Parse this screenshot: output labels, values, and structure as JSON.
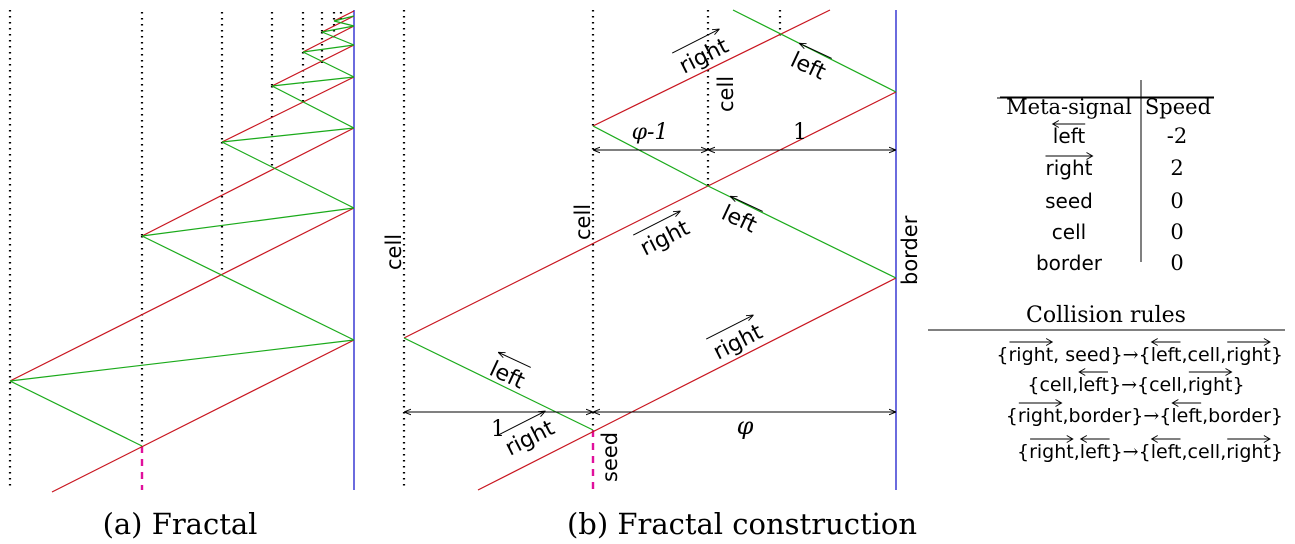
{
  "captions": {
    "a": "(a) Fractal",
    "b": "(b) Fractal construction"
  },
  "labels": {
    "cell": "cell",
    "border": "border",
    "seed": "seed",
    "right": "right",
    "left": "left",
    "phi_minus_1": "φ-1",
    "one": "1",
    "phi": "φ"
  },
  "speed_table": {
    "headers": [
      "Meta-signal",
      "Speed"
    ],
    "rows": [
      {
        "signal": "left",
        "speed": "-2"
      },
      {
        "signal": "right",
        "speed": "2"
      },
      {
        "signal": "seed",
        "speed": "0"
      },
      {
        "signal": "cell",
        "speed": "0"
      },
      {
        "signal": "border",
        "speed": "0"
      }
    ]
  },
  "collision_rules": {
    "title": "Collision rules",
    "rules": [
      [
        {
          "t": "{"
        },
        {
          "s": "right",
          "a": "r"
        },
        {
          "t": ", seed}"
        },
        {
          "t": "→",
          "m": 1
        },
        {
          "t": "{"
        },
        {
          "s": "left",
          "a": "l"
        },
        {
          "t": ",cell,"
        },
        {
          "s": "right",
          "a": "r"
        },
        {
          "t": "}"
        }
      ],
      [
        {
          "t": "{cell,"
        },
        {
          "s": "left",
          "a": "l"
        },
        {
          "t": "}"
        },
        {
          "t": "→",
          "m": 1
        },
        {
          "t": "{cell,"
        },
        {
          "s": "right",
          "a": "r"
        },
        {
          "t": "}"
        }
      ],
      [
        {
          "t": "{"
        },
        {
          "s": "right",
          "a": "r"
        },
        {
          "t": ",border}"
        },
        {
          "t": "→",
          "m": 1
        },
        {
          "t": "{"
        },
        {
          "s": "left",
          "a": "l"
        },
        {
          "t": ",border}"
        }
      ],
      [
        {
          "t": "{"
        },
        {
          "s": "right",
          "a": "r"
        },
        {
          "t": ","
        },
        {
          "s": "left",
          "a": "l"
        },
        {
          "t": "}"
        },
        {
          "t": "→",
          "m": 1
        },
        {
          "t": "{"
        },
        {
          "s": "left",
          "a": "l"
        },
        {
          "t": ",cell,"
        },
        {
          "s": "right",
          "a": "r"
        },
        {
          "t": "}"
        }
      ]
    ]
  },
  "colors": {
    "right_signal": "#c8141e",
    "left_signal": "#1aaa1a",
    "border_signal": "#1c1ccc",
    "seed_signal": "#e0109c",
    "cell_signal": "#000000"
  }
}
